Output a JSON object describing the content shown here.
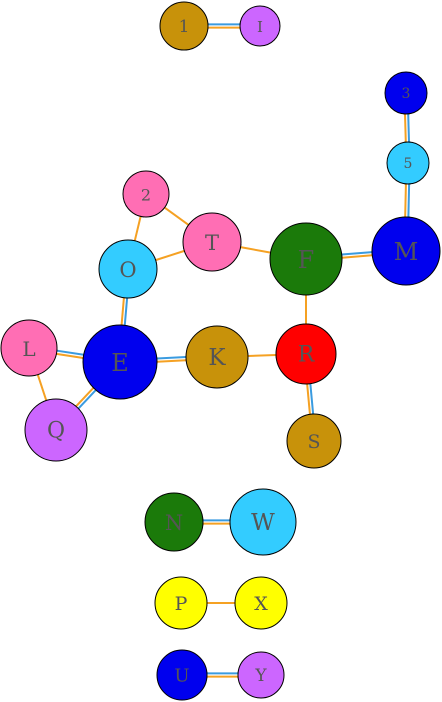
{
  "colors": {
    "orange": "#f5a123",
    "blue": "#3a9be0",
    "gold": "#c8920a",
    "violet": "#cc66ff",
    "navy": "#0000ee",
    "cyan": "#33ccff",
    "pink": "#ff6eb4",
    "green": "#1b7a0a",
    "red": "#ff0000",
    "yellow": "#ffff00",
    "text": "#555555"
  },
  "nodes": [
    {
      "id": "1",
      "label": "1",
      "color": "gold"
    },
    {
      "id": "I",
      "label": "I",
      "color": "violet"
    },
    {
      "id": "3",
      "label": "3",
      "color": "navy"
    },
    {
      "id": "5",
      "label": "5",
      "color": "cyan"
    },
    {
      "id": "2",
      "label": "2",
      "color": "pink"
    },
    {
      "id": "T",
      "label": "T",
      "color": "pink"
    },
    {
      "id": "F",
      "label": "F",
      "color": "green"
    },
    {
      "id": "M",
      "label": "M",
      "color": "navy"
    },
    {
      "id": "O",
      "label": "O",
      "color": "cyan"
    },
    {
      "id": "L",
      "label": "L",
      "color": "pink"
    },
    {
      "id": "E",
      "label": "E",
      "color": "navy"
    },
    {
      "id": "K",
      "label": "K",
      "color": "gold"
    },
    {
      "id": "R",
      "label": "R",
      "color": "red"
    },
    {
      "id": "Q",
      "label": "Q",
      "color": "violet"
    },
    {
      "id": "S",
      "label": "S",
      "color": "gold"
    },
    {
      "id": "N",
      "label": "N",
      "color": "green"
    },
    {
      "id": "W",
      "label": "W",
      "color": "cyan"
    },
    {
      "id": "P",
      "label": "P",
      "color": "yellow"
    },
    {
      "id": "X",
      "label": "X",
      "color": "yellow"
    },
    {
      "id": "U",
      "label": "U",
      "color": "navy"
    },
    {
      "id": "Y",
      "label": "Y",
      "color": "violet"
    }
  ],
  "edges": [
    {
      "from": "1",
      "to": "I",
      "style": "double"
    },
    {
      "from": "3",
      "to": "5",
      "style": "double"
    },
    {
      "from": "5",
      "to": "M",
      "style": "double"
    },
    {
      "from": "2",
      "to": "T",
      "style": "single"
    },
    {
      "from": "2",
      "to": "O",
      "style": "single"
    },
    {
      "from": "T",
      "to": "O",
      "style": "single"
    },
    {
      "from": "T",
      "to": "F",
      "style": "single"
    },
    {
      "from": "F",
      "to": "M",
      "style": "double"
    },
    {
      "from": "F",
      "to": "R",
      "style": "single"
    },
    {
      "from": "O",
      "to": "E",
      "style": "double"
    },
    {
      "from": "L",
      "to": "E",
      "style": "double"
    },
    {
      "from": "L",
      "to": "Q",
      "style": "single"
    },
    {
      "from": "E",
      "to": "Q",
      "style": "double"
    },
    {
      "from": "E",
      "to": "K",
      "style": "double"
    },
    {
      "from": "K",
      "to": "R",
      "style": "single"
    },
    {
      "from": "R",
      "to": "S",
      "style": "double"
    },
    {
      "from": "N",
      "to": "W",
      "style": "double"
    },
    {
      "from": "P",
      "to": "X",
      "style": "single"
    },
    {
      "from": "U",
      "to": "Y",
      "style": "double"
    }
  ]
}
